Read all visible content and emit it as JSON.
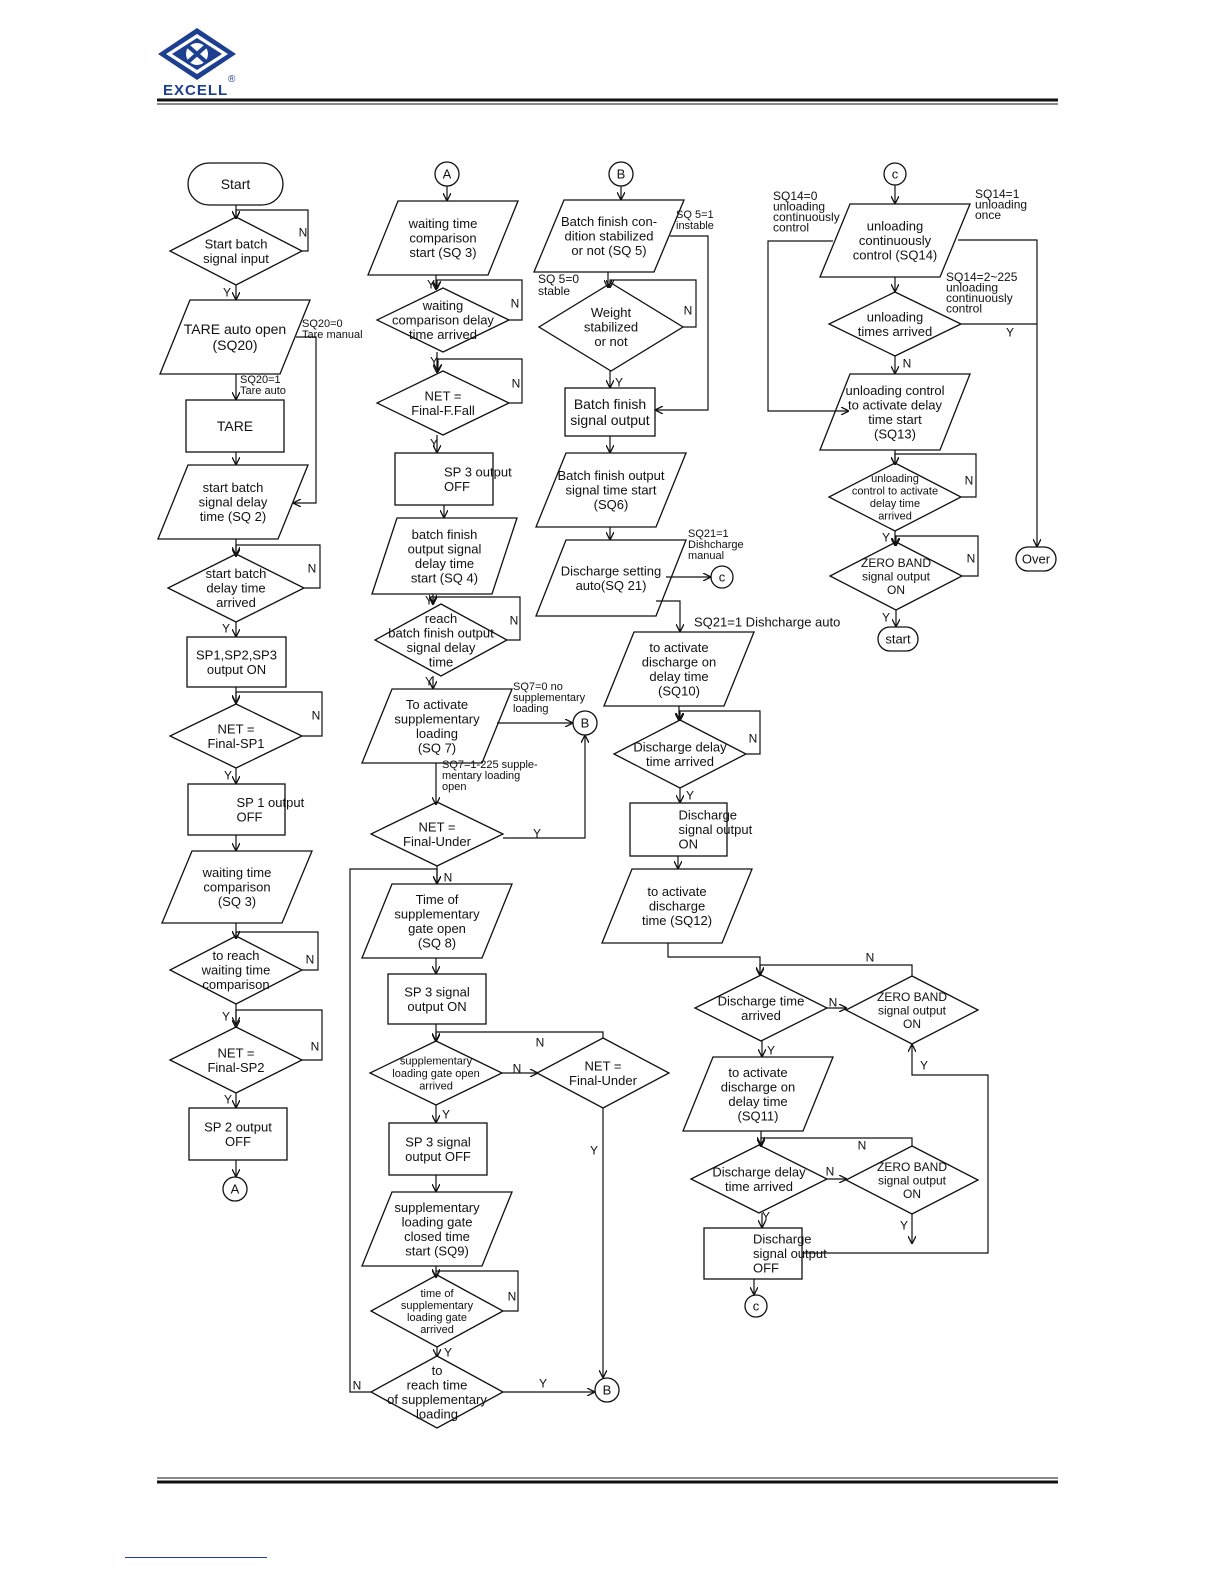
{
  "header": {
    "brand": "EXCELL",
    "reg_mark": "®"
  },
  "connectors": {
    "a": "A",
    "b": "B",
    "c": "c"
  },
  "col1": {
    "start": "Start",
    "start_batch_input": [
      "Start batch",
      "signal input"
    ],
    "tare_auto_open": [
      "TARE auto open",
      "(SQ20)"
    ],
    "tare": "TARE",
    "start_batch_delay": [
      "start batch",
      "signal delay",
      "time (SQ 2)"
    ],
    "start_batch_arrived": [
      "start batch",
      "delay time",
      "arrived"
    ],
    "sp123_on": [
      "SP1,SP2,SP3",
      "output ON"
    ],
    "net_final_sp1": [
      "NET =",
      "Final-SP1"
    ],
    "sp1_off": [
      "SP 1 output",
      "OFF"
    ],
    "waiting_sq3": [
      "waiting time",
      "comparison",
      "(SQ 3)"
    ],
    "reach_waiting": [
      "to reach",
      "waiting time",
      "comparison"
    ],
    "net_final_sp2": [
      "NET =",
      "Final-SP2"
    ],
    "sp2_off": [
      "SP 2 output",
      "OFF"
    ],
    "sq20_0": [
      "SQ20=0",
      "Tare manual"
    ],
    "sq20_1": [
      "SQ20=1",
      "Tare auto"
    ]
  },
  "col2": {
    "waiting_sq3": [
      "waiting time",
      "comparison",
      "start (SQ 3)"
    ],
    "waiting_delay": [
      "waiting",
      "comparison delay",
      "time arrived"
    ],
    "net_ffall": [
      "NET =",
      "Final-F.Fall"
    ],
    "sp3_off": [
      "SP 3 output",
      "OFF"
    ],
    "batch_finish_delay": [
      "batch finish",
      "output signal",
      "delay time",
      "start (SQ 4)"
    ],
    "reach_batch_finish": [
      "reach",
      "batch finish output",
      "signal delay",
      "time"
    ],
    "activate_supp": [
      "To activate",
      "supplementary",
      "loading",
      "(SQ 7)"
    ],
    "sq7_0": [
      "SQ7=0 no",
      "supplementary",
      "loading"
    ],
    "sq7_1": [
      "SQ7=1-225 supple-",
      "mentary loading",
      "open"
    ],
    "net_final_under": [
      "NET =",
      "Final-Under"
    ],
    "time_supp_open": [
      "Time of",
      "supplementary",
      "gate open",
      "(SQ 8)"
    ],
    "sp3_on": [
      "SP 3 signal",
      "output ON"
    ],
    "supp_gate_arrived": [
      "supplementary",
      "loading gate open",
      "arrived"
    ],
    "net_final_under2": [
      "NET =",
      "Final-Under"
    ],
    "sp3_signal_off": [
      "SP 3 signal",
      "output OFF"
    ],
    "supp_closed": [
      "supplementary",
      "loading gate",
      "closed time",
      "start (SQ9)"
    ],
    "time_supp_arrived": [
      "time of",
      "supplementary",
      "loading gate",
      "arrived"
    ],
    "reach_time_supp": [
      "to",
      "reach time",
      "of supplementary",
      "loading"
    ]
  },
  "col3": {
    "batch_finish_cond": [
      "Batch finish con-",
      "dition stabilized",
      "or not (SQ 5)"
    ],
    "sq5_1": [
      "SQ 5=1",
      "instable"
    ],
    "sq5_0": [
      "SQ 5=0",
      "stable"
    ],
    "weight_stab": [
      "Weight",
      "stabilized",
      "or not"
    ],
    "batch_finish_out": [
      "Batch finish",
      "signal output"
    ],
    "batch_finish_time": [
      "Batch finish output",
      "signal  time start",
      "(SQ6)"
    ],
    "discharge_setting": [
      "Discharge setting",
      "auto(SQ 21)"
    ],
    "sq21_1_manual": [
      "SQ21=1",
      "Dishcharge",
      "manual"
    ],
    "sq21_1_auto": "SQ21=1 Dishcharge auto",
    "activate_dis_on": [
      "to activate",
      "discharge on",
      "delay time",
      "(SQ10)"
    ],
    "dis_delay_arrived": [
      "Discharge delay",
      "time arrived"
    ],
    "dis_signal_on": [
      "Discharge",
      "signal output",
      "ON"
    ],
    "activate_dis_time": [
      "to activate",
      "discharge",
      "time (SQ12)"
    ],
    "dis_time_arrived": [
      "Discharge  time",
      "arrived"
    ],
    "zero_band_1": [
      "ZERO BAND",
      "signal output",
      "ON"
    ],
    "activate_dis_on2": [
      "to activate",
      "discharge on",
      "delay time",
      "(SQ11)"
    ],
    "dis_delay_arrived2": [
      "Discharge delay",
      "time arrived"
    ],
    "zero_band_2": [
      "ZERO BAND",
      "signal output",
      "ON"
    ],
    "dis_signal_off": [
      "Discharge",
      "signal output",
      "OFF"
    ]
  },
  "col4": {
    "sq14_0": [
      "SQ14=0",
      "unloading",
      "continuously",
      "control"
    ],
    "sq14_1": [
      "SQ14=1",
      "unloading",
      "once"
    ],
    "unloading_cont": [
      "unloading",
      "continuously",
      "control (SQ14)"
    ],
    "sq14_2": [
      "SQ14=2~225",
      "unloading",
      "continuously",
      "control"
    ],
    "unloading_times": [
      "unloading",
      "times arrived"
    ],
    "unloading_ctrl": [
      "unloading control",
      "to activate delay",
      "time start",
      "(SQ13)"
    ],
    "unloading_arrived": [
      "unloading",
      "control to activate",
      "delay time",
      "arrived"
    ],
    "zero_band_on": [
      "ZERO BAND",
      "signal output",
      "ON"
    ],
    "start": "start",
    "over": "Over"
  },
  "labels": {
    "y": "Y",
    "n": "N"
  }
}
